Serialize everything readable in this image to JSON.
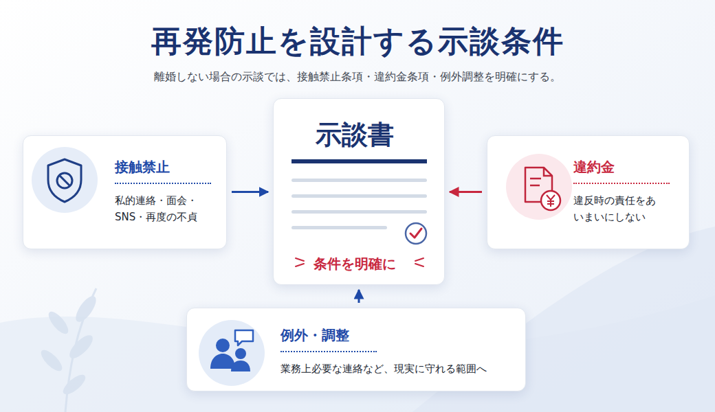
{
  "diagram": {
    "title": "再発防止を設計する示談条件",
    "caption": "離婚しない場合の示談では、接触禁止条項・違約金条項・例外調整を明確にする。",
    "nodes": [
      {
        "text": [
          "接触禁止",
          "私的連絡・面会・SNS・再度の不貞"
        ]
      },
      {
        "text": [
          "示談書",
          "条件を明確に"
        ]
      },
      {
        "text": [
          "違約金",
          "違反時の責任をあいまいにしない"
        ]
      },
      {
        "text": [
          "例外・調整",
          "業務上必要な連絡など、現実に守れる範囲へ"
        ]
      }
    ],
    "edges": [
      {
        "from": 0,
        "to": 1,
        "arrow": "to"
      },
      {
        "from": 2,
        "to": 1,
        "arrow": "to"
      },
      {
        "from": 3,
        "to": 1,
        "arrow": "to"
      }
    ]
  }
}
